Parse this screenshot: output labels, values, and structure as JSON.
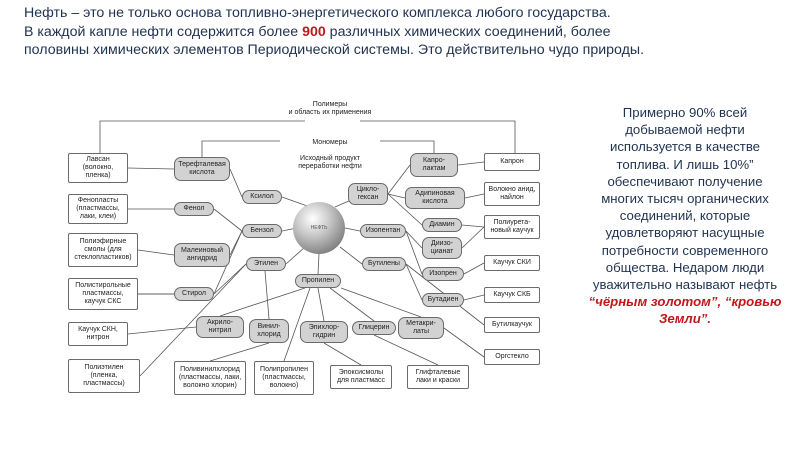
{
  "intro": {
    "line1": "Нефть – это не только основа топливно-энергетического комплекса любого государства.",
    "line2_pre": "В каждой капле нефти содержится более ",
    "line2_num": "900",
    "line2_post": " различных химических соединений, более",
    "line3": "половины химических элементов Периодической системы. Это действительно чудо природы."
  },
  "side": {
    "text": "Примерно 90% всей добываемой нефти используется в качестве топлива. И лишь 10%” обеспечивают получение многих тысяч органических соединений, которые удовлетворяют насущные потребности современного общества. Недаром люди уважительно называют нефть",
    "emphasis": "“чёрным золотом”, “кровью Земли”."
  },
  "diagram": {
    "caption_polymers": "Полимеры\nи область их применения",
    "caption_monomers": "Мономеры",
    "caption_source": "Исходный продукт\nпереработки нефти",
    "sphere_label": "НЕФТЬ",
    "products": [
      "Лавсан\n(волокно,\nпленка)",
      "Фенопласты\n(пластмассы,\nлаки, клеи)",
      "Полиэфирные\nсмолы (для\nстеклопластиков)",
      "Полистирольные\nпластмассы,\nкаучук СКС",
      "Каучук СКН,\nнитрон",
      "Полиэтилен\n(пленка,\nпластмассы)",
      "Поливинилхлорид\n(пластмассы, лаки,\nволокно хлорин)",
      "Полипропилен\n(пластмассы,\nволокно)",
      "Эпоксисмолы\nдля пластмасс",
      "Глифталевые\nлаки и краски",
      "Оргстекло",
      "Капрон",
      "Волокно анид,\nнайлон",
      "Полиурета-\nновый каучук",
      "Каучук СКИ",
      "Каучук СКБ",
      "Бутилкаучук"
    ],
    "monomers": [
      "Терефталевая\nкислота",
      "Фенол",
      "Малеиновый\nангидрид",
      "Стирол",
      "Акрило-\nнитрил",
      "Винил-\nхлорид",
      "Эпихлор-\nгидрин",
      "Глицерин",
      "Метакри-\nлаты",
      "Капро-\nлактам",
      "Адипиновая\nкислота",
      "Диамин",
      "Диизо-\nцианат",
      "Изопрен",
      "Бутадиен"
    ],
    "hydrocarbons": [
      "Ксилол",
      "Бензол",
      "Этилен",
      "Пропилен",
      "Цикло-\nгексан",
      "Изопентан",
      "Бутилены"
    ]
  }
}
